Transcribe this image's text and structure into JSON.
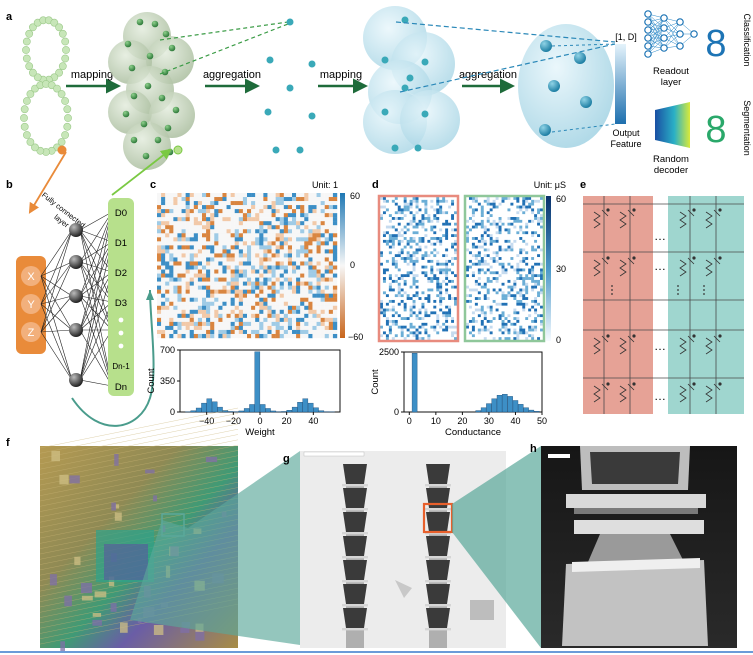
{
  "panels": {
    "a": "a",
    "b": "b",
    "c": "c",
    "d": "d",
    "e": "e",
    "f": "f",
    "g": "g",
    "h": "h"
  },
  "panel_a": {
    "steps": [
      "mapping",
      "aggregation",
      "mapping",
      "aggregation"
    ],
    "output_range": "[1, D]",
    "output_label_1": "Output",
    "output_label_2": "Feature",
    "readout_1": "Readout",
    "readout_2": "layer",
    "decoder_1": "Random",
    "decoder_2": "decoder",
    "digit": "8",
    "classification": "Classification",
    "segmentation": "Segmentation",
    "colors": {
      "green_point": "#b8dda6",
      "teal_point": "#3aa9b8",
      "arrow": "#1e6b3a",
      "orange": "#e98b3a",
      "blue": "#1d74b5"
    }
  },
  "panel_b": {
    "layer_label_1": "Fully connected",
    "layer_label_2": "layer",
    "inputs": [
      "X",
      "Y",
      "Z"
    ],
    "outputs": [
      "D0",
      "D1",
      "D2",
      "D3",
      "Dn-1",
      "Dn"
    ]
  },
  "panel_c": {
    "unit": "Unit: 1",
    "colorbar_ticks": [
      "60",
      "0",
      "−60"
    ],
    "hist": {
      "xlabel": "Weight",
      "ylabel": "Count",
      "xticks": [
        "−40",
        "−20",
        "0",
        "20",
        "40"
      ],
      "yticks": [
        "0",
        "350",
        "700"
      ]
    }
  },
  "panel_d": {
    "unit": "Unit: μS",
    "colorbar_ticks": [
      "60",
      "30",
      "0"
    ],
    "hist": {
      "xlabel": "Conductance",
      "ylabel": "Count",
      "xticks": [
        "0",
        "10",
        "20",
        "30",
        "40",
        "50"
      ],
      "yticks": [
        "0",
        "2500"
      ]
    }
  },
  "panel_e": {
    "ellipsis": "…"
  },
  "chart_data": [
    {
      "type": "bar",
      "xlabel": "Weight",
      "ylabel": "Count",
      "xlim": [
        -60,
        60
      ],
      "ylim": [
        0,
        700
      ],
      "x": [
        -54,
        -50,
        -46,
        -42,
        -38,
        -34,
        -30,
        -26,
        -22,
        -18,
        -14,
        -10,
        -6,
        -2,
        2,
        6,
        10,
        14,
        18,
        22,
        26,
        30,
        34,
        38,
        42,
        46,
        50,
        54
      ],
      "values": [
        3,
        15,
        45,
        100,
        150,
        115,
        55,
        18,
        6,
        4,
        12,
        40,
        85,
        680,
        85,
        40,
        12,
        4,
        6,
        20,
        55,
        110,
        150,
        100,
        48,
        15,
        4,
        2
      ]
    },
    {
      "type": "bar",
      "xlabel": "Conductance",
      "ylabel": "Count",
      "xlim": [
        -2,
        50
      ],
      "ylim": [
        0,
        2500
      ],
      "x": [
        2,
        26,
        28,
        30,
        32,
        34,
        36,
        38,
        40,
        42,
        44,
        46,
        48
      ],
      "values": [
        2450,
        60,
        180,
        350,
        550,
        700,
        740,
        650,
        480,
        320,
        180,
        80,
        30
      ]
    }
  ]
}
